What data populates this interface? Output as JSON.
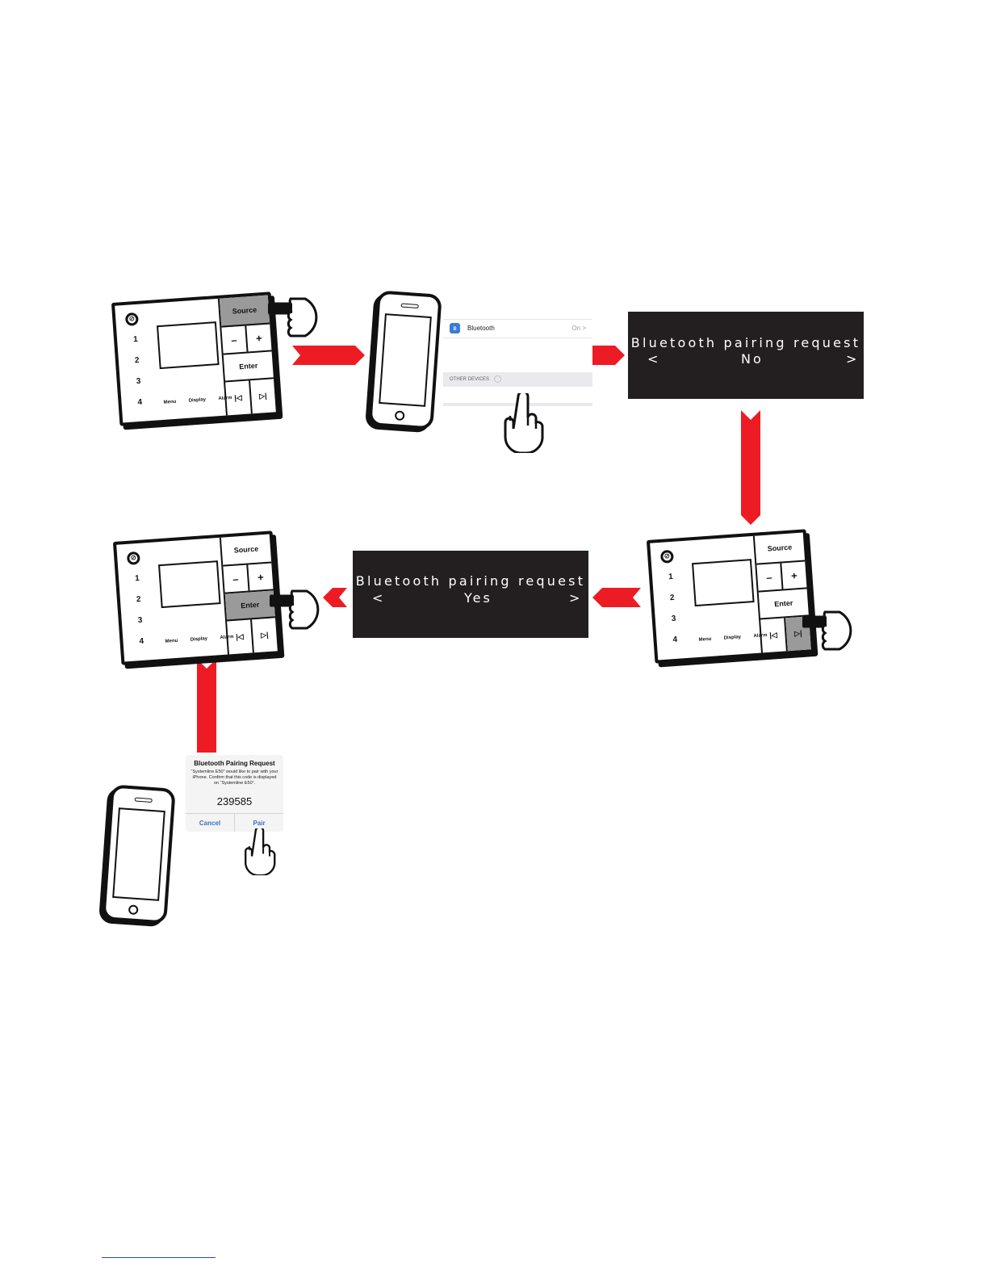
{
  "panel": {
    "source_label": "Source",
    "minus_label": "–",
    "plus_label": "+",
    "enter_label": "Enter",
    "prev_label": "|◁",
    "next_label": "▷|",
    "presets": [
      "1",
      "2",
      "3",
      "4"
    ],
    "menu_label": "Menu",
    "display_label": "Display",
    "alarm_label": "Alarm"
  },
  "ios_bluetooth": {
    "bluetooth_label": "Bluetooth",
    "on_label": "On",
    "other_devices_label": "OTHER DEVICES"
  },
  "display_no": {
    "title": "Bluetooth pairing request",
    "left": "<",
    "value": "No",
    "right": ">"
  },
  "display_yes": {
    "title": "Bluetooth pairing request",
    "left": "<",
    "value": "Yes",
    "right": ">"
  },
  "pair_dialog": {
    "title": "Bluetooth Pairing Request",
    "body": "“Systemline E50” would like to pair with your iPhone. Confirm that this code is displayed on “Systemline E50”.",
    "code": "239585",
    "cancel_label": "Cancel",
    "pair_label": "Pair"
  },
  "colors": {
    "arrow_red": "#ed1c24",
    "display_bg": "#231f20",
    "highlight_gray": "#9a9a9a"
  }
}
